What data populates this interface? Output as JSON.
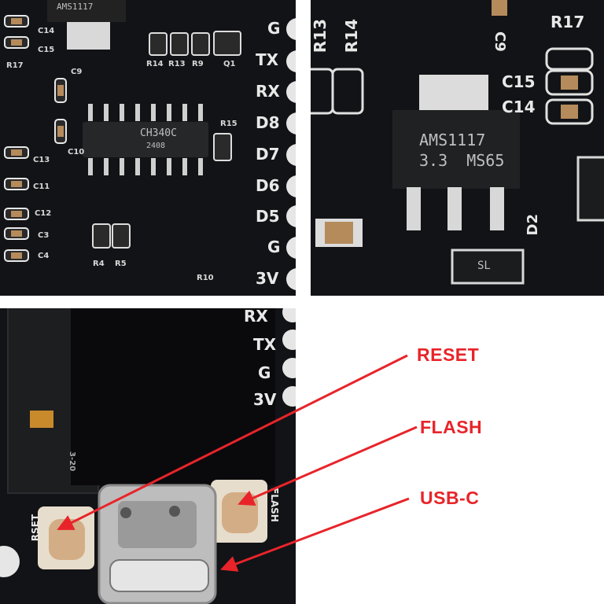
{
  "panel1": {
    "pin_labels": [
      "G",
      "TX",
      "RX",
      "D8",
      "D7",
      "D6",
      "D5",
      "G",
      "3V"
    ],
    "component_labels": [
      "C14",
      "C15",
      "R17",
      "C9",
      "R14",
      "R13",
      "R9",
      "Q1",
      "R15",
      "C10",
      "C13",
      "C11",
      "C12",
      "C3",
      "C4",
      "R4",
      "R5",
      "R10"
    ],
    "chip_text": [
      "CH340C",
      "2408"
    ],
    "regulator_text": "AMS1117"
  },
  "panel2": {
    "component_labels": [
      "R13",
      "R14",
      "C9",
      "R17",
      "C15",
      "C14",
      "D2"
    ],
    "regulator_line1": "AMS1117",
    "regulator_line2": "3.3  MS65",
    "diode_text": "SL"
  },
  "panel3": {
    "pin_labels": [
      "RX",
      "TX",
      "G",
      "3V"
    ],
    "button_labels": [
      "RSET",
      "FLASH"
    ],
    "flex_label": "3-20"
  },
  "callouts": {
    "reset": "RESET",
    "flash": "FLASH",
    "usbc": "USB-C",
    "color": "#e8242a"
  }
}
